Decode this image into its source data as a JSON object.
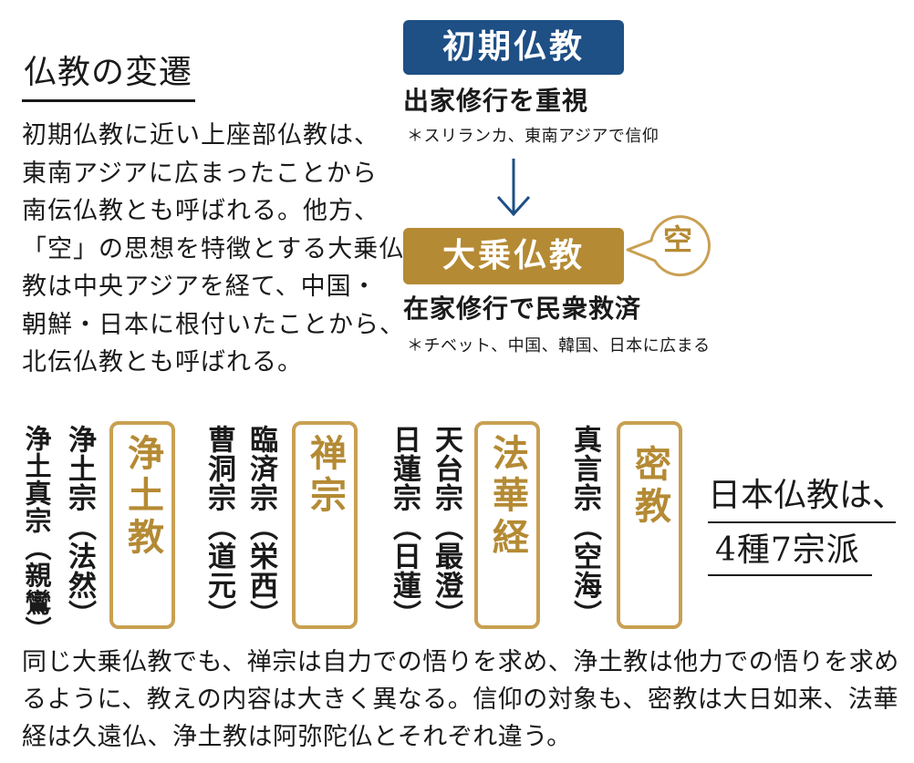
{
  "title": "仏教の変遷",
  "intro_lines": [
    "初期仏教に近い上座部仏教は、",
    "東南アジアに広まったことから",
    "南伝仏教とも呼ばれる。他方、",
    "「空」の思想を特徴とする大乗仏",
    "教は中央アジアを経て、中国・",
    "朝鮮・日本に根付いたことから、",
    "北伝仏教とも呼ばれる。"
  ],
  "early": {
    "label": "初期仏教",
    "subtitle": "出家修行を重視",
    "note": "＊スリランカ、東南アジアで信仰"
  },
  "mahayana": {
    "label": "大乗仏教",
    "bubble": "空",
    "subtitle": "在家修行で民衆救済",
    "note": "＊チベット、中国、韓国、日本に広まる"
  },
  "schools": [
    {
      "label": "密教",
      "sects": [
        "真言宗（空海）"
      ]
    },
    {
      "label": "法華経",
      "sects": [
        "天台宗（最澄）",
        "日蓮宗（日蓮）"
      ]
    },
    {
      "label": "禅宗",
      "sects": [
        "臨済宗（栄西）",
        "曹洞宗（道元）"
      ]
    },
    {
      "label": "浄土教",
      "sects": [
        "浄土宗（法然）",
        "浄土真宗（親鸞）"
      ]
    }
  ],
  "summary": {
    "line1": "日本仏教は、",
    "line2": "4種7宗派"
  },
  "footer_lines": [
    "同じ大乗仏教でも、禅宗は自力での悟りを求め、浄土教は他力での悟りを求め",
    "るように、教えの内容は大きく異なる。信仰の対象も、密教は大日如来、法華",
    "経は久遠仏、浄土教は阿弥陀仏とそれぞれ違う。"
  ],
  "colors": {
    "early": "#1e4f85",
    "mahayana": "#b48a34",
    "school_border": "#c9a052"
  }
}
